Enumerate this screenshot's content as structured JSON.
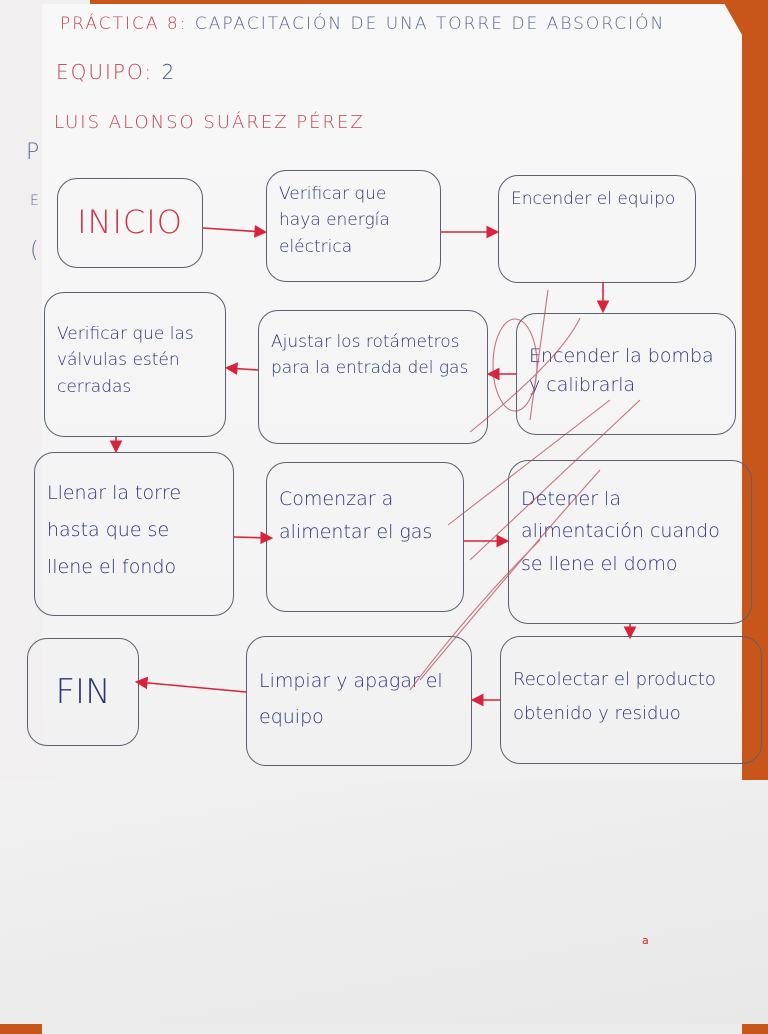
{
  "document": {
    "title_prefix": "PRÁCTICA 8:",
    "title_rest": "CAPACITACIÓN DE UNA TORRE DE ABSORCIÓN",
    "team_label": "EQUIPO:",
    "team_number": "2",
    "author": "LUIS ALONSO SUÁREZ PÉREZ",
    "margin_letters": [
      "P",
      "E",
      "("
    ]
  },
  "flowchart": {
    "steps": [
      {
        "id": "inicio",
        "label": "INICIO"
      },
      {
        "id": "verificar-energia",
        "label": "Verificar que haya energía eléctrica"
      },
      {
        "id": "encender-equipo",
        "label": "Encender el equipo"
      },
      {
        "id": "encender-bomba",
        "label": "Encender la bomba y calibrarla"
      },
      {
        "id": "ajustar-rotametros",
        "label": "Ajustar los rotámetros para la entrada del gas"
      },
      {
        "id": "verificar-valvulas",
        "label": "Verificar que las válvulas estén cerradas"
      },
      {
        "id": "llenar-torre",
        "label": "Llenar la torre hasta que se llene el fondo"
      },
      {
        "id": "comenzar-alimentar",
        "label": "Comenzar a alimentar el gas"
      },
      {
        "id": "detener-alimentacion",
        "label": "Detener la alimentación cuando se llene el domo"
      },
      {
        "id": "recolectar-producto",
        "label": "Recolectar el producto obtenido y residuo"
      },
      {
        "id": "limpiar-apagar",
        "label": "Limpiar y apagar el equipo"
      },
      {
        "id": "fin",
        "label": "FIN"
      }
    ],
    "arrow_color": "#d8233a",
    "ink_color": "#2d357a"
  },
  "corner_mark": "a"
}
